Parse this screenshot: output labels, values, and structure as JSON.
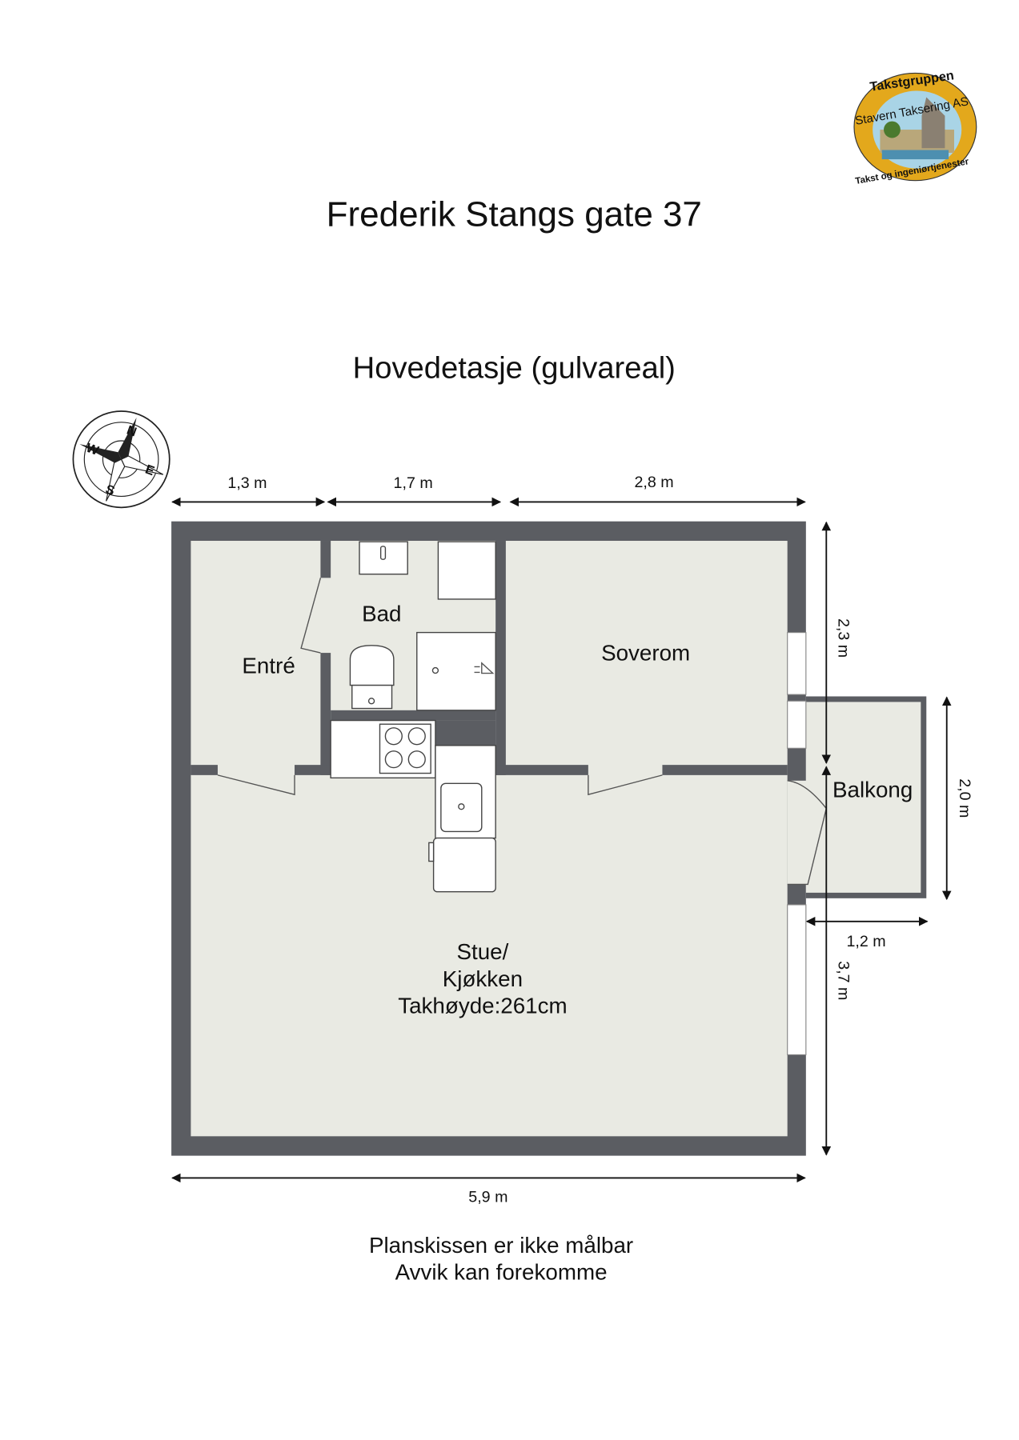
{
  "header": {
    "title": "Frederik Stangs gate 37",
    "floor_title": "Hovedetasje (gulvareal)"
  },
  "logo": {
    "top_text": "Takstgruppen",
    "middle_text": "Stavern Taksering AS",
    "bottom_text": "Takst og ingeniørtjenester",
    "colors": {
      "ring": "#e3a81c",
      "sky": "#a9d4e6",
      "water": "#4d8fb0"
    }
  },
  "compass": {
    "icon": "compass-rose-icon",
    "labels": [
      "N",
      "E",
      "S",
      "W"
    ]
  },
  "rooms": {
    "entre": "Entré",
    "bad": "Bad",
    "soverom": "Soverom",
    "balkong": "Balkong",
    "stue_line1": "Stue/",
    "stue_line2": "Kjøkken",
    "stue_line3": "Takhøyde:261cm"
  },
  "dimensions": {
    "top_1": "1,3 m",
    "top_2": "1,7 m",
    "top_3": "2,8 m",
    "right_upper": "2,3 m",
    "right_lower": "3,7 m",
    "balcony_height": "2,0 m",
    "balcony_width": "1,2 m",
    "bottom_total": "5,9 m"
  },
  "footer": {
    "line1": "Planskissen er ikke målbar",
    "line2": "Avvik kan forekomme"
  },
  "colors": {
    "wall": "#5b5d62",
    "floor": "#e9eae3"
  }
}
